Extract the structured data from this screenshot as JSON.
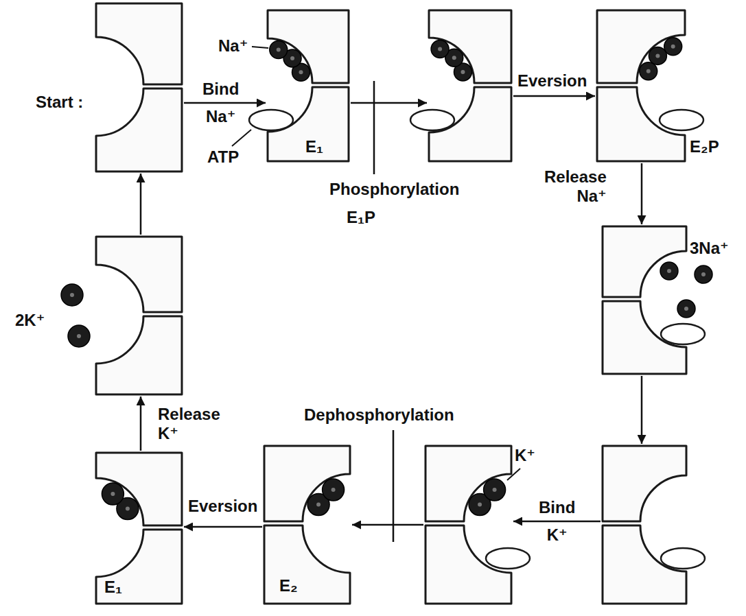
{
  "diagram": {
    "nodes": [
      {
        "text": [
          "Start :"
        ]
      },
      {
        "text": [
          "Na⁺",
          "ATP",
          "E₁"
        ]
      },
      {
        "text": [
          "E₁P"
        ]
      },
      {
        "text": [
          "E₂P"
        ]
      },
      {
        "text": [
          "3Na⁺"
        ]
      },
      {
        "text": []
      },
      {
        "text": [
          "K⁺"
        ]
      },
      {
        "text": [
          "E₂"
        ]
      },
      {
        "text": [
          "E₁"
        ]
      },
      {
        "text": [
          "2K⁺"
        ]
      }
    ],
    "edges": [
      {
        "from": 0,
        "to": 1,
        "arrow": "to",
        "label": "Bind Na⁺"
      },
      {
        "from": 1,
        "to": 2,
        "arrow": "to",
        "label": "Phosphorylation"
      },
      {
        "from": 2,
        "to": 3,
        "arrow": "to",
        "label": "Eversion"
      },
      {
        "from": 3,
        "to": 4,
        "arrow": "to",
        "label": "Release Na⁺"
      },
      {
        "from": 4,
        "to": 5,
        "arrow": "to"
      },
      {
        "from": 5,
        "to": 6,
        "arrow": "to",
        "label": "Bind K⁺"
      },
      {
        "from": 6,
        "to": 7,
        "arrow": "to",
        "label": "Dephosphorylation"
      },
      {
        "from": 7,
        "to": 8,
        "arrow": "to",
        "label": "Eversion"
      },
      {
        "from": 8,
        "to": 9,
        "arrow": "to",
        "label": "Release K⁺"
      },
      {
        "from": 9,
        "to": 0,
        "arrow": "to"
      }
    ]
  }
}
